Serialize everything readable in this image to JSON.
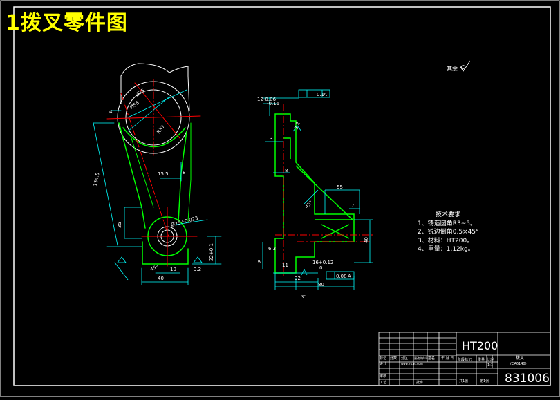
{
  "title": "1拨叉零件图",
  "surface_finish_note": "其余",
  "tech_requirements": {
    "heading": "技术要求",
    "items": [
      "1、铸造圆角R3~5。",
      "2、锐边倒角0.5×45°",
      "3、材料：HT200。",
      "4、重量：1.12kg。"
    ]
  },
  "dimensions_left": {
    "d1": "Ø75",
    "d2": "Ø55",
    "d3": "R37",
    "d4": "15.5",
    "d5": "8",
    "d6": "134.5",
    "d7": "35",
    "d8": "Ø25+0.023",
    "d9": "22+0.1",
    "d10": "40",
    "d11": "10",
    "d12": "45°",
    "d13": "3.2",
    "d14": "4"
  },
  "dimensions_right": {
    "r1": "12-0.06",
    "r2": "-0.16",
    "r3": "0.1",
    "r4": "A",
    "r5": "3.2",
    "r6": "3",
    "r7": "8",
    "r8": "55",
    "r9": "45°",
    "r10": "7",
    "r11": "40",
    "r12": "6.3",
    "r13": "8",
    "r14": "11",
    "r15": "16+0.12",
    "r16": "0",
    "r17": "32",
    "r18": "0.08",
    "r19": "A",
    "r20": "80",
    "r21": "A"
  },
  "title_block": {
    "material": "HT200",
    "part_name": "拨叉",
    "part_sub": "(CA6140)",
    "drawing_no": "831006",
    "r_labels": [
      "标记",
      "处数",
      "分区",
      "更改文件号",
      "签名",
      "年.月.日"
    ],
    "design": "设计",
    "check": "审核",
    "process": "工艺",
    "approve": "批准",
    "stage": "阶段标记",
    "weight": "重量",
    "scale": "比例",
    "sheets": "共1张",
    "sheet_of": "第1张",
    "scale_val": "1:1",
    "web": "www.mcad.com"
  }
}
